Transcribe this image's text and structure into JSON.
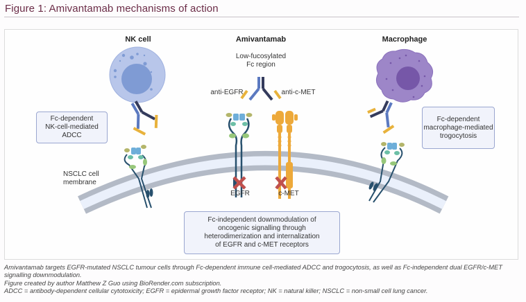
{
  "figure": {
    "title": "Figure 1: Amivantamab mechanisms of action"
  },
  "diagram": {
    "nk_cell": {
      "heading": "NK cell",
      "mechanism_lines": [
        "Fc-dependent",
        "NK-cell-mediated",
        "ADCC"
      ]
    },
    "amivantamab": {
      "heading": "Amivantamab",
      "fc_region_lines": [
        "Low-fucosylated",
        "Fc region"
      ],
      "arm_left": "anti-EGFR",
      "arm_right": "anti-c-MET",
      "receptor_left": "EGFR",
      "receptor_right": "c-MET",
      "mechanism_lines": [
        "Fc-independent downmodulation of",
        "oncogenic signalling through",
        "heterodimerization and internalization",
        "of EGFR and c-MET receptors"
      ]
    },
    "macrophage": {
      "heading": "Macrophage",
      "mechanism_lines": [
        "Fc-dependent",
        "macrophage-mediated",
        "trogocytosis"
      ]
    },
    "membrane_label_lines": [
      "NSCLC cell",
      "membrane"
    ],
    "colors": {
      "nk_cell": "#b8c6ea",
      "nk_nucleus": "#7f9bd4",
      "macrophage": "#9d86c8",
      "macrophage_nucleus": "#7657a8",
      "membrane_outer": "#b3bac6",
      "membrane_inner": "#eaf0fb",
      "anti_egfr_arm": "#5b79c0",
      "anti_cmet_arm": "#343b5c",
      "light_chain": "#e8b23c",
      "egfr_stem": "#27506d",
      "egfr_head": "#6eaed9",
      "egfr_green": "#97c77a",
      "egfr_teal": "#6cbfa6",
      "egfr_olive": "#b3b56a",
      "cmet": "#eda93a",
      "inhibit_x": "#c0504d",
      "box_border": "#9aa6d0",
      "box_fill": "#f1f3fb",
      "title": "#6b2c47"
    }
  },
  "caption": {
    "lines": [
      "Amivantamab targets EGFR-mutated NSCLC tumour cells through Fc-dependent immune cell-mediated ADCC and trogocytosis, as well as Fc-independent dual EGFR/c-MET signalling downmodulation.",
      "Figure created by author Matthew Z Guo using BioRender.com subscription.",
      "ADCC = antibody-dependent cellular cytotoxicity; EGFR = epidermal growth factor receptor; NK = natural killer; NSCLC = non-small cell lung cancer."
    ]
  }
}
